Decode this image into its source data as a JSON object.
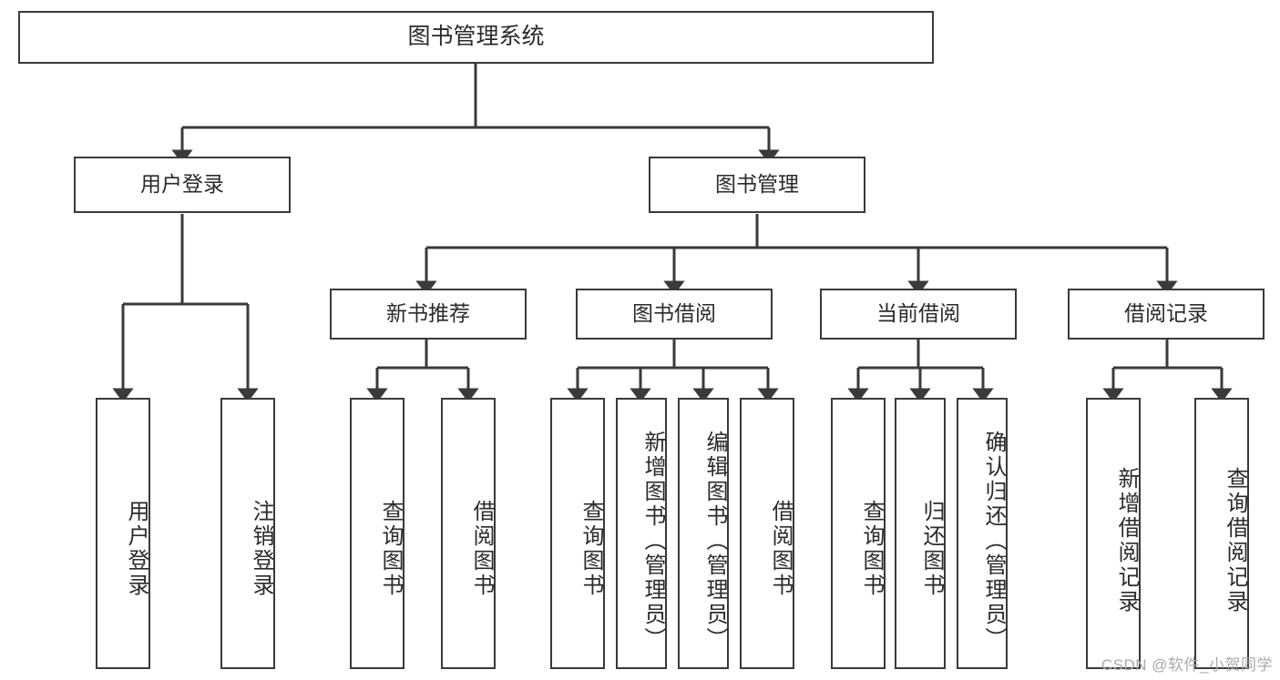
{
  "diagram": {
    "title": "图书管理系统",
    "type": "tree-hierarchy-chart",
    "root": {
      "label": "图书管理系统"
    },
    "level2": [
      {
        "label": "用户登录"
      },
      {
        "label": "图书管理"
      }
    ],
    "level3": [
      {
        "label": "新书推荐"
      },
      {
        "label": "图书借阅"
      },
      {
        "label": "当前借阅"
      },
      {
        "label": "借阅记录"
      }
    ],
    "leaves": {
      "user_login": [
        {
          "label": "用户登录"
        },
        {
          "label": "注销登录"
        }
      ],
      "new_book_recommend": [
        {
          "label": "查询图书"
        },
        {
          "label": "借阅图书"
        }
      ],
      "book_borrow": [
        {
          "label": "查询图书"
        },
        {
          "label": "新增图书（管理员）"
        },
        {
          "label": "编辑图书（管理员）"
        },
        {
          "label": "借阅图书"
        }
      ],
      "current_borrow": [
        {
          "label": "查询图书"
        },
        {
          "label": "归还图书"
        },
        {
          "label": "确认归还（管理员）"
        }
      ],
      "borrow_record": [
        {
          "label": "新增借阅记录"
        },
        {
          "label": "查询借阅记录"
        }
      ]
    }
  },
  "watermark": {
    "text": "CSDN @软件_小贺同学"
  },
  "colors": {
    "stroke": "#3a3a3a",
    "text": "#2b2b2b",
    "background": "#ffffff",
    "watermark": "#a9a9a9"
  }
}
